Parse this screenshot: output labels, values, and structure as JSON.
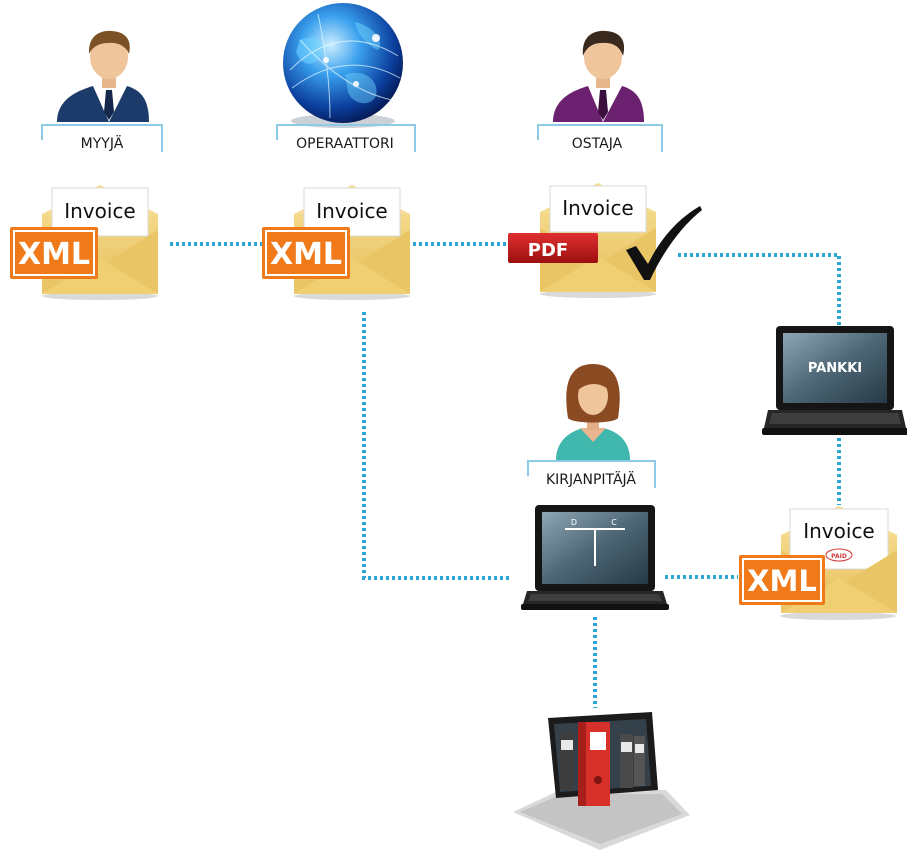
{
  "actors": {
    "seller": {
      "label": "MYYJÄ"
    },
    "operator": {
      "label": "OPERAATTORI"
    },
    "buyer": {
      "label": "OSTAJA"
    },
    "accountant": {
      "label": "KIRJANPITÄJÄ"
    }
  },
  "envelopes": {
    "seller": {
      "title": "Invoice",
      "badge": "XML"
    },
    "operator": {
      "title": "Invoice",
      "badge": "XML"
    },
    "buyer": {
      "title": "Invoice",
      "badge": "PDF"
    },
    "paid": {
      "title": "Invoice",
      "badge": "XML",
      "stamp": "PAID"
    }
  },
  "bank": {
    "label": "PANKKI"
  },
  "ledger": {
    "debit": "D",
    "credit": "C"
  },
  "colors": {
    "connector": "#2ba6d6",
    "envelope": "#f0cf73",
    "xml_badge": "#f07a1a",
    "pdf_badge": "#c81e1e",
    "label_box": "#8ec9e6"
  }
}
